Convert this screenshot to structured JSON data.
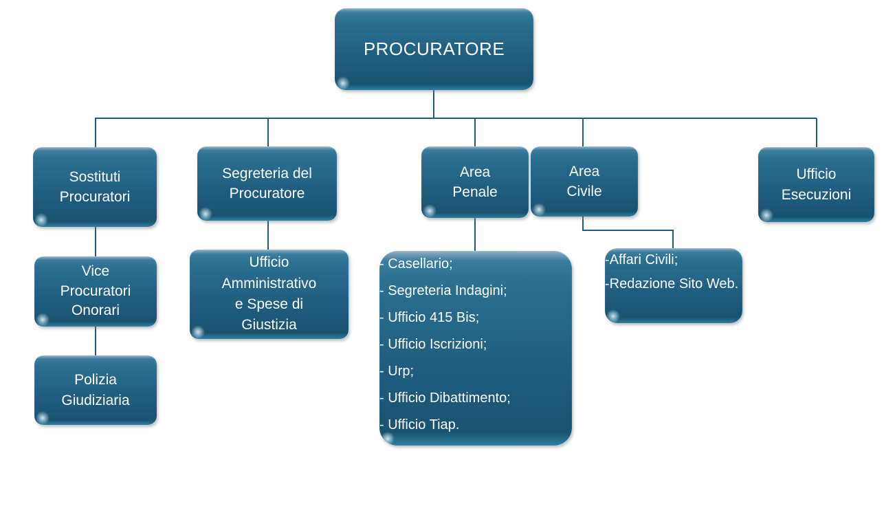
{
  "colors": {
    "box-top-highlight": "#8fb0c4",
    "box-fill-upper": "#2c7092",
    "box-fill-lower": "#1b5677",
    "box-bottom-edge": "#2e7fa0",
    "connector": "#1e5c7e",
    "text": "#ffffff",
    "canvas-bg": "#ffffff"
  },
  "nodes": {
    "procuratore": {
      "label": "PROCURATORE"
    },
    "sostituti_procuratori": {
      "label": "Sostituti\nProcuratori"
    },
    "segreteria_del_procuratore": {
      "label": "Segreteria del\nProcuratore"
    },
    "area_penale": {
      "label": "Area\nPenale"
    },
    "area_civile": {
      "label": "Area\nCivile"
    },
    "ufficio_esecuzioni": {
      "label": "Ufficio\nEsecuzioni"
    },
    "vice_procuratori_onorari": {
      "label": "Vice\nProcuratori\nOnorari"
    },
    "polizia_giudiziaria": {
      "label": "Polizia\nGiudiziaria"
    },
    "ufficio_amministrativo": {
      "label": "Ufficio\nAmministrativo\ne Spese di\nGiustizia"
    },
    "area_penale_uffici": {
      "items": [
        "- Casellario;",
        "- Segreteria Indagini;",
        "- Ufficio 415 Bis;",
        "- Ufficio Iscrizioni;",
        "- Urp;",
        "- Ufficio Dibattimento;",
        "- Ufficio Tiap."
      ]
    },
    "area_civile_uffici": {
      "items": [
        "-Affari Civili;",
        "-Redazione Sito Web."
      ]
    }
  },
  "edges": [
    {
      "from": "procuratore",
      "to": "sostituti_procuratori"
    },
    {
      "from": "procuratore",
      "to": "segreteria_del_procuratore"
    },
    {
      "from": "procuratore",
      "to": "area_penale"
    },
    {
      "from": "procuratore",
      "to": "area_civile"
    },
    {
      "from": "procuratore",
      "to": "ufficio_esecuzioni"
    },
    {
      "from": "sostituti_procuratori",
      "to": "vice_procuratori_onorari"
    },
    {
      "from": "vice_procuratori_onorari",
      "to": "polizia_giudiziaria"
    },
    {
      "from": "segreteria_del_procuratore",
      "to": "ufficio_amministrativo"
    },
    {
      "from": "area_penale",
      "to": "area_penale_uffici"
    },
    {
      "from": "area_civile",
      "to": "area_civile_uffici"
    }
  ]
}
